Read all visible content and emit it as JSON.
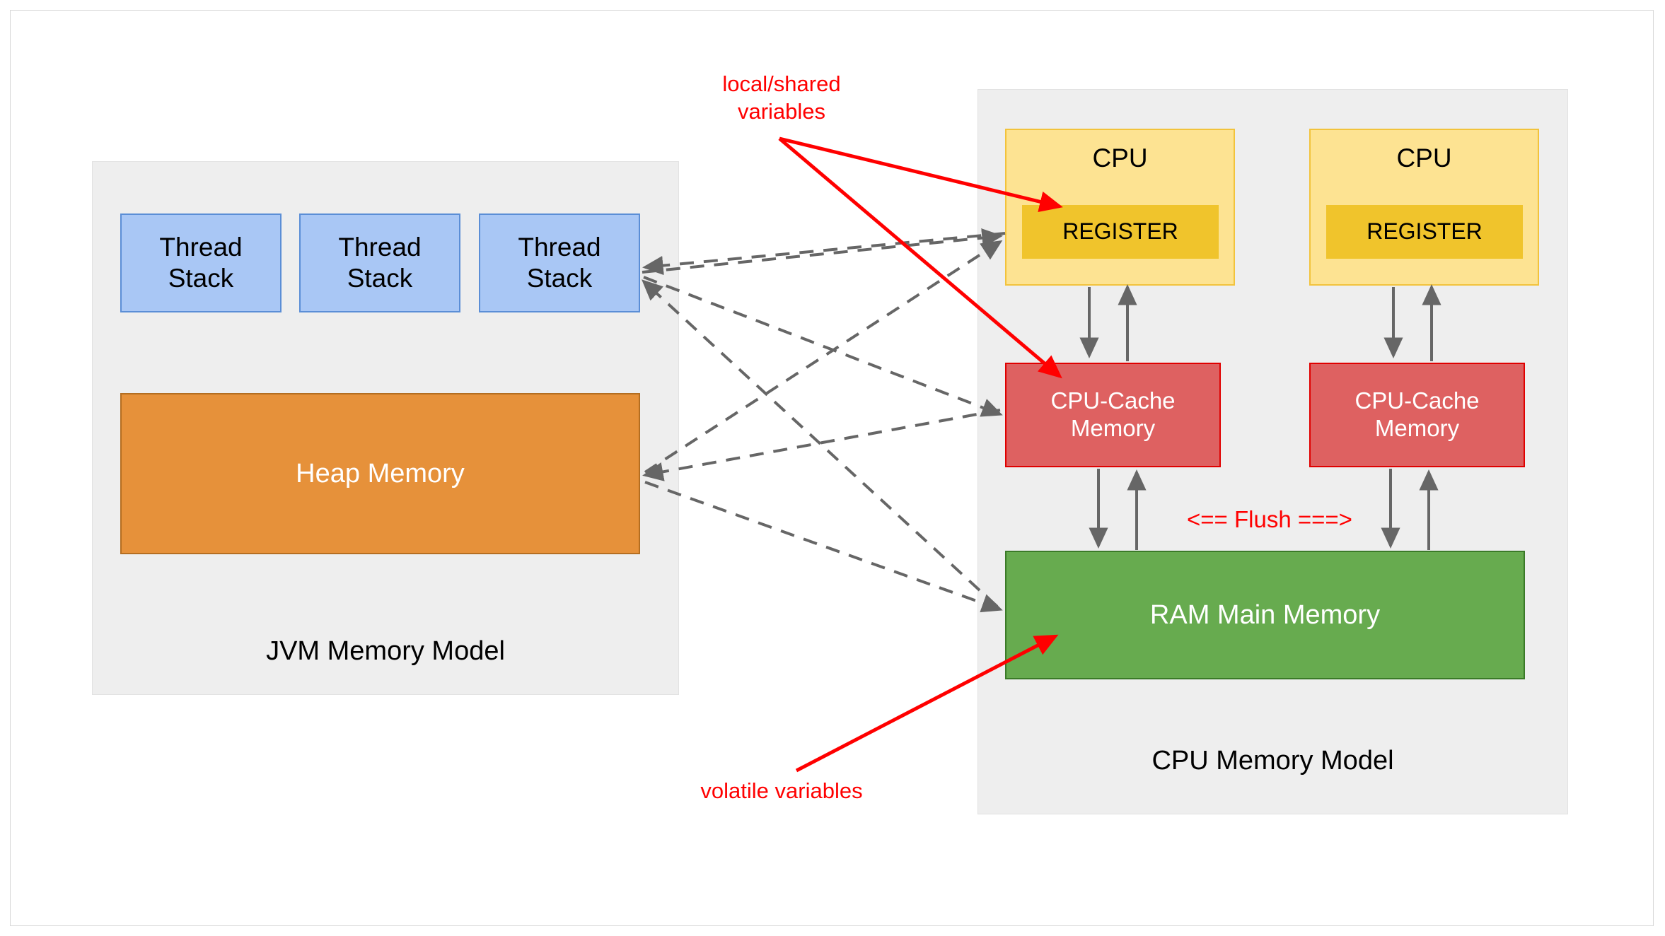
{
  "diagram": {
    "title_jvm": "JVM Memory Model",
    "title_cpu": "CPU Memory Model",
    "jvm": {
      "thread_stacks": [
        {
          "label": "Thread\nStack"
        },
        {
          "label": "Thread\nStack"
        },
        {
          "label": "Thread\nStack"
        }
      ],
      "heap": {
        "label": "Heap Memory"
      }
    },
    "cpu": {
      "cores": [
        {
          "cpu_label": "CPU",
          "register_label": "REGISTER",
          "cache_label": "CPU-Cache\nMemory"
        },
        {
          "cpu_label": "CPU",
          "register_label": "REGISTER",
          "cache_label": "CPU-Cache\nMemory"
        }
      ],
      "ram": {
        "label": "RAM Main Memory"
      },
      "flush_label": "<== Flush ===>"
    },
    "annotations": {
      "local_shared": "local/shared\nvariables",
      "volatile": "volatile variables"
    },
    "colors": {
      "thread_stack_fill": "#a9c7f5",
      "thread_stack_stroke": "#5b8ed6",
      "heap_fill": "#e6913a",
      "heap_stroke": "#b46e21",
      "cpu_fill": "#fde392",
      "cpu_stroke": "#f2c33c",
      "register_fill": "#f0c42c",
      "cache_fill": "#de6161",
      "cache_stroke": "#e00000",
      "ram_fill": "#67ab4f",
      "ram_stroke": "#3b7a28",
      "group_fill": "#eeeeee",
      "annotation_red": "#ff0000",
      "arrow_gray": "#666666"
    }
  }
}
